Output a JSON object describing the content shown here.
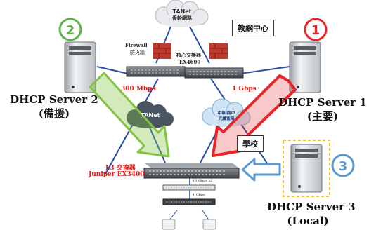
{
  "clouds": {
    "tanet_backbone": [
      "TANet",
      "骨幹網路"
    ],
    "tanet_left": "TANet",
    "ch_bandwidth": [
      "中華/鼎IP",
      "光纖寬頻"
    ]
  },
  "labels": {
    "center": "教網中心",
    "firewall_en": "Firewall",
    "firewall_zh": "防火牆",
    "core_switch": [
      "核心交換器",
      "EX4600"
    ],
    "link_left": "300 Mbps",
    "link_right": "1 Gbps",
    "school": "學校",
    "l3_switch": [
      "L3 交換器",
      "Juniper EX3400"
    ],
    "uplink_top": "10 Gbps x2",
    "uplink_bottom": "1 Gbps"
  },
  "servers": [
    {
      "badge": "2",
      "name": [
        "DHCP Server 2",
        "(備援)"
      ],
      "badge_color": "#5db34a"
    },
    {
      "badge": "1",
      "name": [
        "DHCP Server 1",
        "(主要)"
      ],
      "badge_color": "#e8262a"
    },
    {
      "badge": "3",
      "name": [
        "DHCP Server 3",
        "(Local)"
      ],
      "badge_color": "#5b9bd5"
    }
  ],
  "colors": {
    "green_arrow": "#82c341",
    "red_arrow": "#e8262a",
    "blue_arrow": "#5b9bd5",
    "link_blue": "#2a4ea0",
    "cloud_gray": "#e9e9ee",
    "cloud_blue": "#cfe3f3",
    "local_box": "#f2c12e"
  }
}
